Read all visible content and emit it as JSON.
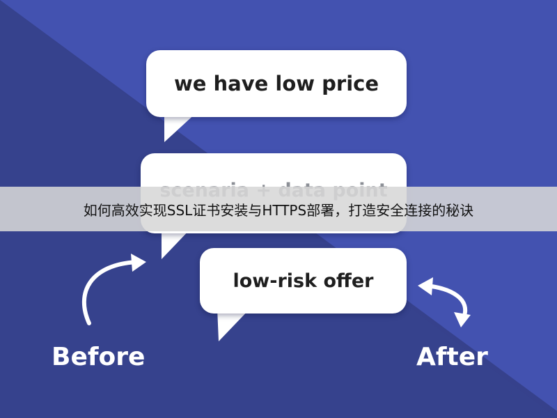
{
  "colors": {
    "bg_light": "#4352b0",
    "bg_dark": "#36418c",
    "bubble": "#ffffff",
    "banner": "#d7d7d7"
  },
  "bubbles": [
    {
      "text": "we have low price"
    },
    {
      "text": "scenaria + data point"
    },
    {
      "text": "low-risk offer"
    }
  ],
  "labels": {
    "before": "Before",
    "after": "After"
  },
  "banner": {
    "title": "如何高效实现SSL证书安装与HTTPS部署，打造安全连接的秘诀"
  },
  "icons": {
    "before_arrow": "curved-arrow-icon",
    "after_arrow": "double-curved-arrow-icon"
  }
}
